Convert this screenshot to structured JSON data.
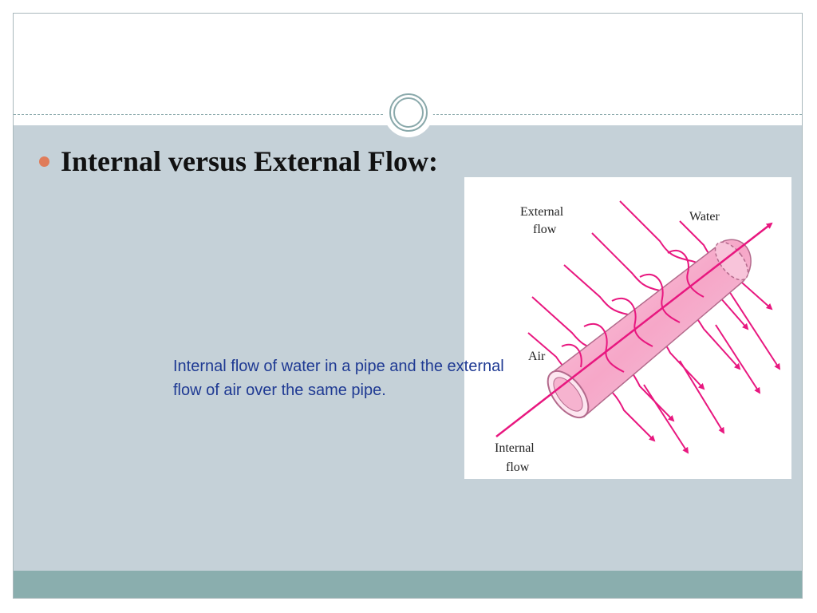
{
  "slide": {
    "bullet_title": "Internal versus External Flow:",
    "caption": "Internal flow of water in a pipe and the external flow of air over the same pipe."
  },
  "figure": {
    "labels": {
      "external_line1": "External",
      "external_line2": "flow",
      "water": "Water",
      "air": "Air",
      "internal_line1": "Internal",
      "internal_line2": "flow"
    }
  },
  "colors": {
    "content_background": "#c5d1d8",
    "footer_band": "#8aaeae",
    "bullet": "#e07c5a",
    "caption_text": "#1f3a93",
    "arrow": "#e8177f",
    "pipe": "#f6a7c8"
  }
}
